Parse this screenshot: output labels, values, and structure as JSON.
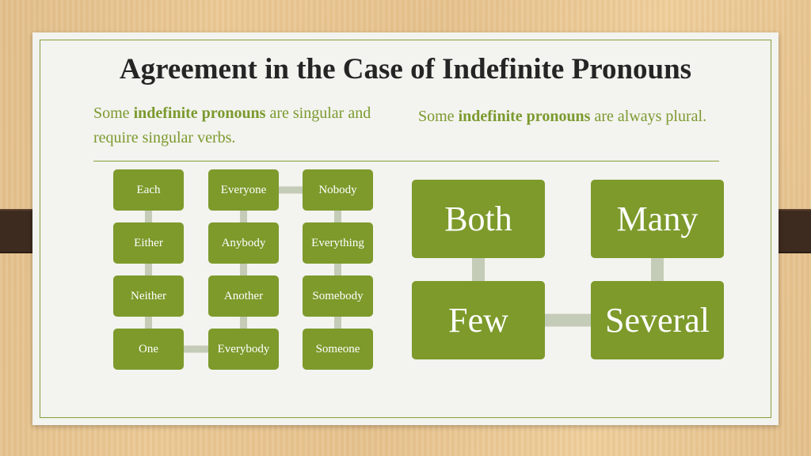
{
  "slide": {
    "title": "Agreement in the Case of Indefinite Pronouns",
    "left_intro": {
      "before": "Some ",
      "bold": "indefinite pronouns",
      "after": " are singular and require singular verbs."
    },
    "right_intro": {
      "before": "Some ",
      "bold": "indefinite pronouns",
      "after": " are always plural."
    }
  },
  "colors": {
    "node_fill": "#7d9a2b",
    "connector": "#c4cbb7",
    "accent_text": "#7b9a2e"
  },
  "diagram_singular": {
    "nodes": [
      "Each",
      "Either",
      "Neither",
      "One",
      "Everybody",
      "Another",
      "Anybody",
      "Everyone",
      "Nobody",
      "Everything",
      "Somebody",
      "Someone"
    ]
  },
  "diagram_plural": {
    "nodes": [
      "Both",
      "Few",
      "Several",
      "Many"
    ]
  }
}
